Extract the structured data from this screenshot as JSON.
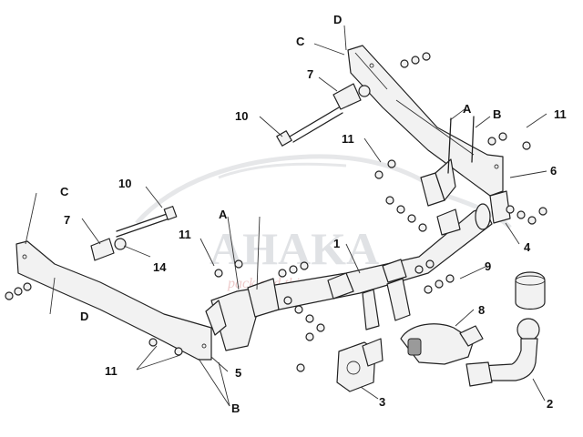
{
  "diagram": {
    "watermark": {
      "brand": "AHAKA",
      "tagline": "pack and things",
      "accent": "#c8ccd0"
    },
    "colors": {
      "line": "#222222",
      "part_fill": "#f2f2f2",
      "shade": "#9a9a9a"
    },
    "labels": {
      "l1": "1",
      "l2": "2",
      "l3": "3",
      "l4": "4",
      "l5": "5",
      "l6": "6",
      "l7a": "7",
      "l7b": "7",
      "l8": "8",
      "l9": "9",
      "l10a": "10",
      "l10b": "10",
      "l11a": "11",
      "l11b": "11",
      "l11c": "11",
      "l11d": "11",
      "l14": "14",
      "lA1": "A",
      "lA2": "A",
      "lB1": "B",
      "lB2": "B",
      "lC1": "C",
      "lC2": "C",
      "lD1": "D",
      "lD2": "D"
    }
  }
}
